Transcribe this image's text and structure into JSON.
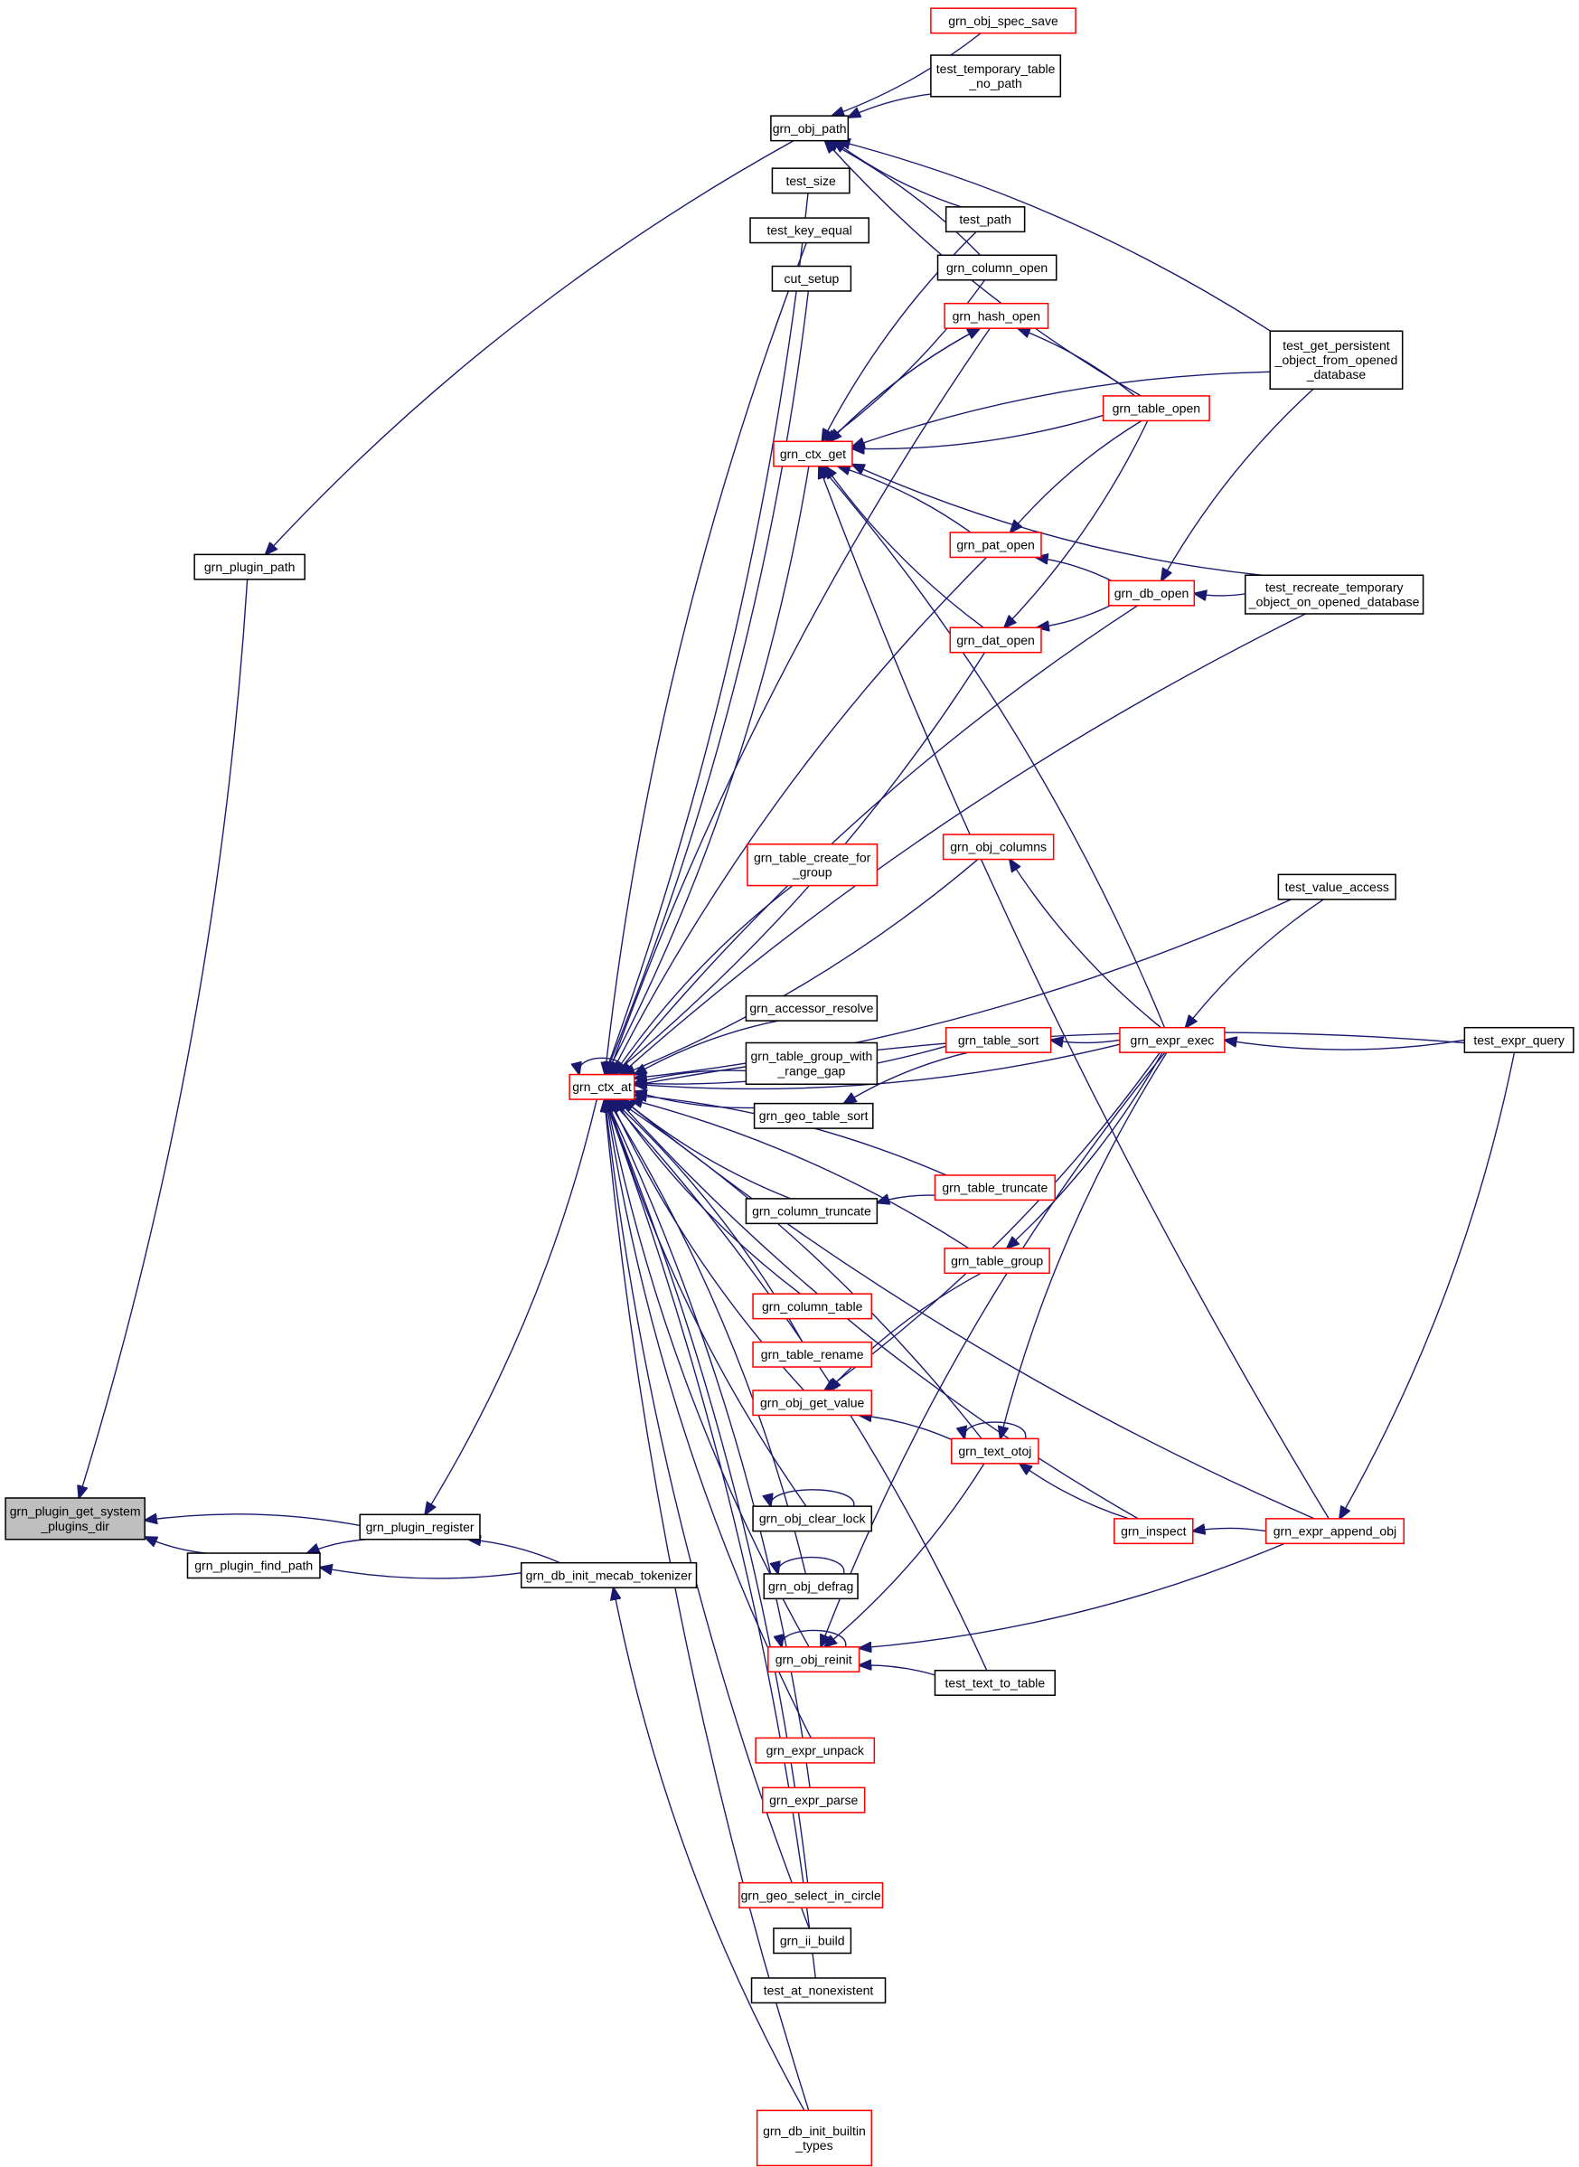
{
  "title": "Caller graph: grn_plugin_get_system_plugins_dir",
  "colors": {
    "edge": "#191970",
    "focus_fill": "#bfbfbf",
    "node_border_default": "#000000",
    "node_border_truncated": "#ff0000",
    "node_fill": "#ffffff"
  },
  "nodes": [
    {
      "id": "focus",
      "lines": [
        "grn_plugin_get_system",
        "_plugins_dir"
      ],
      "kind": "focus"
    },
    {
      "id": "plugin_path",
      "lines": [
        "grn_plugin_path"
      ],
      "kind": "default"
    },
    {
      "id": "plugin_register",
      "lines": [
        "grn_plugin_register"
      ],
      "kind": "default"
    },
    {
      "id": "plugin_find_path",
      "lines": [
        "grn_plugin_find_path"
      ],
      "kind": "default"
    },
    {
      "id": "db_init_mecab",
      "lines": [
        "grn_db_init_mecab_tokenizer"
      ],
      "kind": "default"
    },
    {
      "id": "obj_path",
      "lines": [
        "grn_obj_path"
      ],
      "kind": "default"
    },
    {
      "id": "obj_spec_save",
      "lines": [
        "grn_obj_spec_save"
      ],
      "kind": "truncated"
    },
    {
      "id": "test_temp_table_no_path",
      "lines": [
        "test_temporary_table",
        "_no_path"
      ],
      "kind": "default"
    },
    {
      "id": "test_size",
      "lines": [
        "test_size"
      ],
      "kind": "default"
    },
    {
      "id": "test_key_equal",
      "lines": [
        "test_key_equal"
      ],
      "kind": "default"
    },
    {
      "id": "cut_setup",
      "lines": [
        "cut_setup"
      ],
      "kind": "default"
    },
    {
      "id": "test_path",
      "lines": [
        "test_path"
      ],
      "kind": "default"
    },
    {
      "id": "column_open",
      "lines": [
        "grn_column_open"
      ],
      "kind": "default"
    },
    {
      "id": "hash_open",
      "lines": [
        "grn_hash_open"
      ],
      "kind": "truncated"
    },
    {
      "id": "ctx_get",
      "lines": [
        "grn_ctx_get"
      ],
      "kind": "truncated"
    },
    {
      "id": "table_open",
      "lines": [
        "grn_table_open"
      ],
      "kind": "truncated"
    },
    {
      "id": "test_get_persistent",
      "lines": [
        "test_get_persistent",
        "_object_from_opened",
        "_database"
      ],
      "kind": "default"
    },
    {
      "id": "pat_open",
      "lines": [
        "grn_pat_open"
      ],
      "kind": "truncated"
    },
    {
      "id": "db_open",
      "lines": [
        "grn_db_open"
      ],
      "kind": "truncated"
    },
    {
      "id": "test_recreate_temp",
      "lines": [
        "test_recreate_temporary",
        "_object_on_opened_database"
      ],
      "kind": "default"
    },
    {
      "id": "dat_open",
      "lines": [
        "grn_dat_open"
      ],
      "kind": "truncated"
    },
    {
      "id": "obj_columns",
      "lines": [
        "grn_obj_columns"
      ],
      "kind": "truncated"
    },
    {
      "id": "table_create_for_group",
      "lines": [
        "grn_table_create_for",
        "_group"
      ],
      "kind": "truncated"
    },
    {
      "id": "test_value_access",
      "lines": [
        "test_value_access"
      ],
      "kind": "default"
    },
    {
      "id": "accessor_resolve",
      "lines": [
        "grn_accessor_resolve"
      ],
      "kind": "default"
    },
    {
      "id": "ctx_at",
      "lines": [
        "grn_ctx_at"
      ],
      "kind": "truncated"
    },
    {
      "id": "table_group_with_range_gap",
      "lines": [
        "grn_table_group_with",
        "_range_gap"
      ],
      "kind": "default"
    },
    {
      "id": "table_sort",
      "lines": [
        "grn_table_sort"
      ],
      "kind": "truncated"
    },
    {
      "id": "expr_exec",
      "lines": [
        "grn_expr_exec"
      ],
      "kind": "truncated"
    },
    {
      "id": "test_expr_query",
      "lines": [
        "test_expr_query"
      ],
      "kind": "default"
    },
    {
      "id": "geo_table_sort",
      "lines": [
        "grn_geo_table_sort"
      ],
      "kind": "default"
    },
    {
      "id": "table_truncate",
      "lines": [
        "grn_table_truncate"
      ],
      "kind": "truncated"
    },
    {
      "id": "column_truncate",
      "lines": [
        "grn_column_truncate"
      ],
      "kind": "default"
    },
    {
      "id": "table_group",
      "lines": [
        "grn_table_group"
      ],
      "kind": "truncated"
    },
    {
      "id": "column_table",
      "lines": [
        "grn_column_table"
      ],
      "kind": "truncated"
    },
    {
      "id": "table_rename",
      "lines": [
        "grn_table_rename"
      ],
      "kind": "truncated"
    },
    {
      "id": "obj_get_value",
      "lines": [
        "grn_obj_get_value"
      ],
      "kind": "truncated"
    },
    {
      "id": "text_otoj",
      "lines": [
        "grn_text_otoj"
      ],
      "kind": "truncated"
    },
    {
      "id": "obj_clear_lock",
      "lines": [
        "grn_obj_clear_lock"
      ],
      "kind": "default"
    },
    {
      "id": "inspect",
      "lines": [
        "grn_inspect"
      ],
      "kind": "truncated"
    },
    {
      "id": "expr_append_obj",
      "lines": [
        "grn_expr_append_obj"
      ],
      "kind": "truncated"
    },
    {
      "id": "obj_defrag",
      "lines": [
        "grn_obj_defrag"
      ],
      "kind": "default"
    },
    {
      "id": "obj_reinit",
      "lines": [
        "grn_obj_reinit"
      ],
      "kind": "truncated"
    },
    {
      "id": "test_text_to_table",
      "lines": [
        "test_text_to_table"
      ],
      "kind": "default"
    },
    {
      "id": "expr_unpack",
      "lines": [
        "grn_expr_unpack"
      ],
      "kind": "truncated"
    },
    {
      "id": "expr_parse",
      "lines": [
        "grn_expr_parse"
      ],
      "kind": "truncated"
    },
    {
      "id": "geo_select_in_circle",
      "lines": [
        "grn_geo_select_in_circle"
      ],
      "kind": "truncated"
    },
    {
      "id": "ii_build",
      "lines": [
        "grn_ii_build"
      ],
      "kind": "default"
    },
    {
      "id": "test_at_nonexistent",
      "lines": [
        "test_at_nonexistent"
      ],
      "kind": "default"
    },
    {
      "id": "db_init_builtin_types",
      "lines": [
        "grn_db_init_builtin",
        "_types"
      ],
      "kind": "truncated"
    }
  ],
  "edges": [
    [
      "plugin_path",
      "focus"
    ],
    [
      "plugin_register",
      "focus"
    ],
    [
      "plugin_find_path",
      "focus"
    ],
    [
      "plugin_register",
      "plugin_find_path"
    ],
    [
      "db_init_mecab",
      "plugin_find_path"
    ],
    [
      "db_init_mecab",
      "plugin_register"
    ],
    [
      "ctx_at",
      "plugin_register"
    ],
    [
      "obj_path",
      "plugin_path"
    ],
    [
      "obj_spec_save",
      "obj_path"
    ],
    [
      "test_temp_table_no_path",
      "obj_path"
    ],
    [
      "test_path",
      "obj_path"
    ],
    [
      "column_open",
      "obj_path"
    ],
    [
      "table_open",
      "obj_path"
    ],
    [
      "test_get_persistent",
      "obj_path"
    ],
    [
      "test_size",
      "ctx_at"
    ],
    [
      "test_key_equal",
      "ctx_at"
    ],
    [
      "cut_setup",
      "ctx_at"
    ],
    [
      "test_path",
      "ctx_get"
    ],
    [
      "column_open",
      "ctx_get"
    ],
    [
      "hash_open",
      "ctx_get"
    ],
    [
      "ctx_get",
      "hash_open"
    ],
    [
      "table_open",
      "hash_open"
    ],
    [
      "table_open",
      "ctx_get"
    ],
    [
      "test_get_persistent",
      "ctx_get"
    ],
    [
      "test_recreate_temp",
      "ctx_get"
    ],
    [
      "table_open",
      "pat_open"
    ],
    [
      "table_open",
      "dat_open"
    ],
    [
      "db_open",
      "pat_open"
    ],
    [
      "db_open",
      "dat_open"
    ],
    [
      "test_get_persistent",
      "db_open"
    ],
    [
      "test_recreate_temp",
      "db_open"
    ],
    [
      "pat_open",
      "ctx_get"
    ],
    [
      "dat_open",
      "ctx_get"
    ],
    [
      "expr_exec",
      "ctx_get"
    ],
    [
      "expr_append_obj",
      "ctx_get"
    ],
    [
      "hash_open",
      "ctx_at"
    ],
    [
      "ctx_get",
      "ctx_at"
    ],
    [
      "pat_open",
      "ctx_at"
    ],
    [
      "dat_open",
      "ctx_at"
    ],
    [
      "test_recreate_temp",
      "ctx_at"
    ],
    [
      "test_value_access",
      "ctx_at"
    ],
    [
      "test_expr_query",
      "ctx_at"
    ],
    [
      "obj_columns",
      "ctx_at"
    ],
    [
      "table_create_for_group",
      "ctx_at"
    ],
    [
      "expr_exec",
      "ctx_at"
    ],
    [
      "accessor_resolve",
      "ctx_at"
    ],
    [
      "table_sort",
      "ctx_at"
    ],
    [
      "table_group_with_range_gap",
      "ctx_at"
    ],
    [
      "geo_table_sort",
      "ctx_at"
    ],
    [
      "table_truncate",
      "ctx_at"
    ],
    [
      "column_truncate",
      "ctx_at"
    ],
    [
      "table_group",
      "ctx_at"
    ],
    [
      "column_table",
      "ctx_at"
    ],
    [
      "table_rename",
      "ctx_at"
    ],
    [
      "obj_get_value",
      "ctx_at"
    ],
    [
      "text_otoj",
      "ctx_at"
    ],
    [
      "obj_clear_lock",
      "ctx_at"
    ],
    [
      "obj_defrag",
      "ctx_at"
    ],
    [
      "obj_reinit",
      "ctx_at"
    ],
    [
      "test_text_to_table",
      "ctx_at"
    ],
    [
      "expr_unpack",
      "ctx_at"
    ],
    [
      "expr_parse",
      "ctx_at"
    ],
    [
      "expr_append_obj",
      "ctx_at"
    ],
    [
      "geo_select_in_circle",
      "ctx_at"
    ],
    [
      "ii_build",
      "ctx_at"
    ],
    [
      "test_at_nonexistent",
      "ctx_at"
    ],
    [
      "inspect",
      "ctx_at"
    ],
    [
      "db_open",
      "ctx_at"
    ],
    [
      "db_init_builtin_types",
      "ctx_at"
    ],
    [
      "ctx_at",
      "ctx_at"
    ],
    [
      "expr_exec",
      "obj_columns"
    ],
    [
      "test_value_access",
      "expr_exec"
    ],
    [
      "test_expr_query",
      "expr_exec"
    ],
    [
      "table_sort",
      "geo_table_sort"
    ],
    [
      "expr_exec",
      "table_sort"
    ],
    [
      "table_truncate",
      "column_truncate"
    ],
    [
      "expr_exec",
      "table_group"
    ],
    [
      "table_group",
      "obj_get_value"
    ],
    [
      "expr_exec",
      "obj_get_value"
    ],
    [
      "text_otoj",
      "obj_get_value"
    ],
    [
      "text_otoj",
      "text_otoj"
    ],
    [
      "expr_exec",
      "text_otoj"
    ],
    [
      "inspect",
      "text_otoj"
    ],
    [
      "expr_append_obj",
      "inspect"
    ],
    [
      "test_expr_query",
      "expr_append_obj"
    ],
    [
      "obj_clear_lock",
      "obj_clear_lock"
    ],
    [
      "obj_defrag",
      "obj_defrag"
    ],
    [
      "obj_reinit",
      "obj_reinit"
    ],
    [
      "text_otoj",
      "obj_reinit"
    ],
    [
      "expr_exec",
      "obj_reinit"
    ],
    [
      "expr_append_obj",
      "obj_reinit"
    ],
    [
      "test_text_to_table",
      "obj_reinit"
    ],
    [
      "db_init_builtin_types",
      "db_init_mecab"
    ]
  ]
}
